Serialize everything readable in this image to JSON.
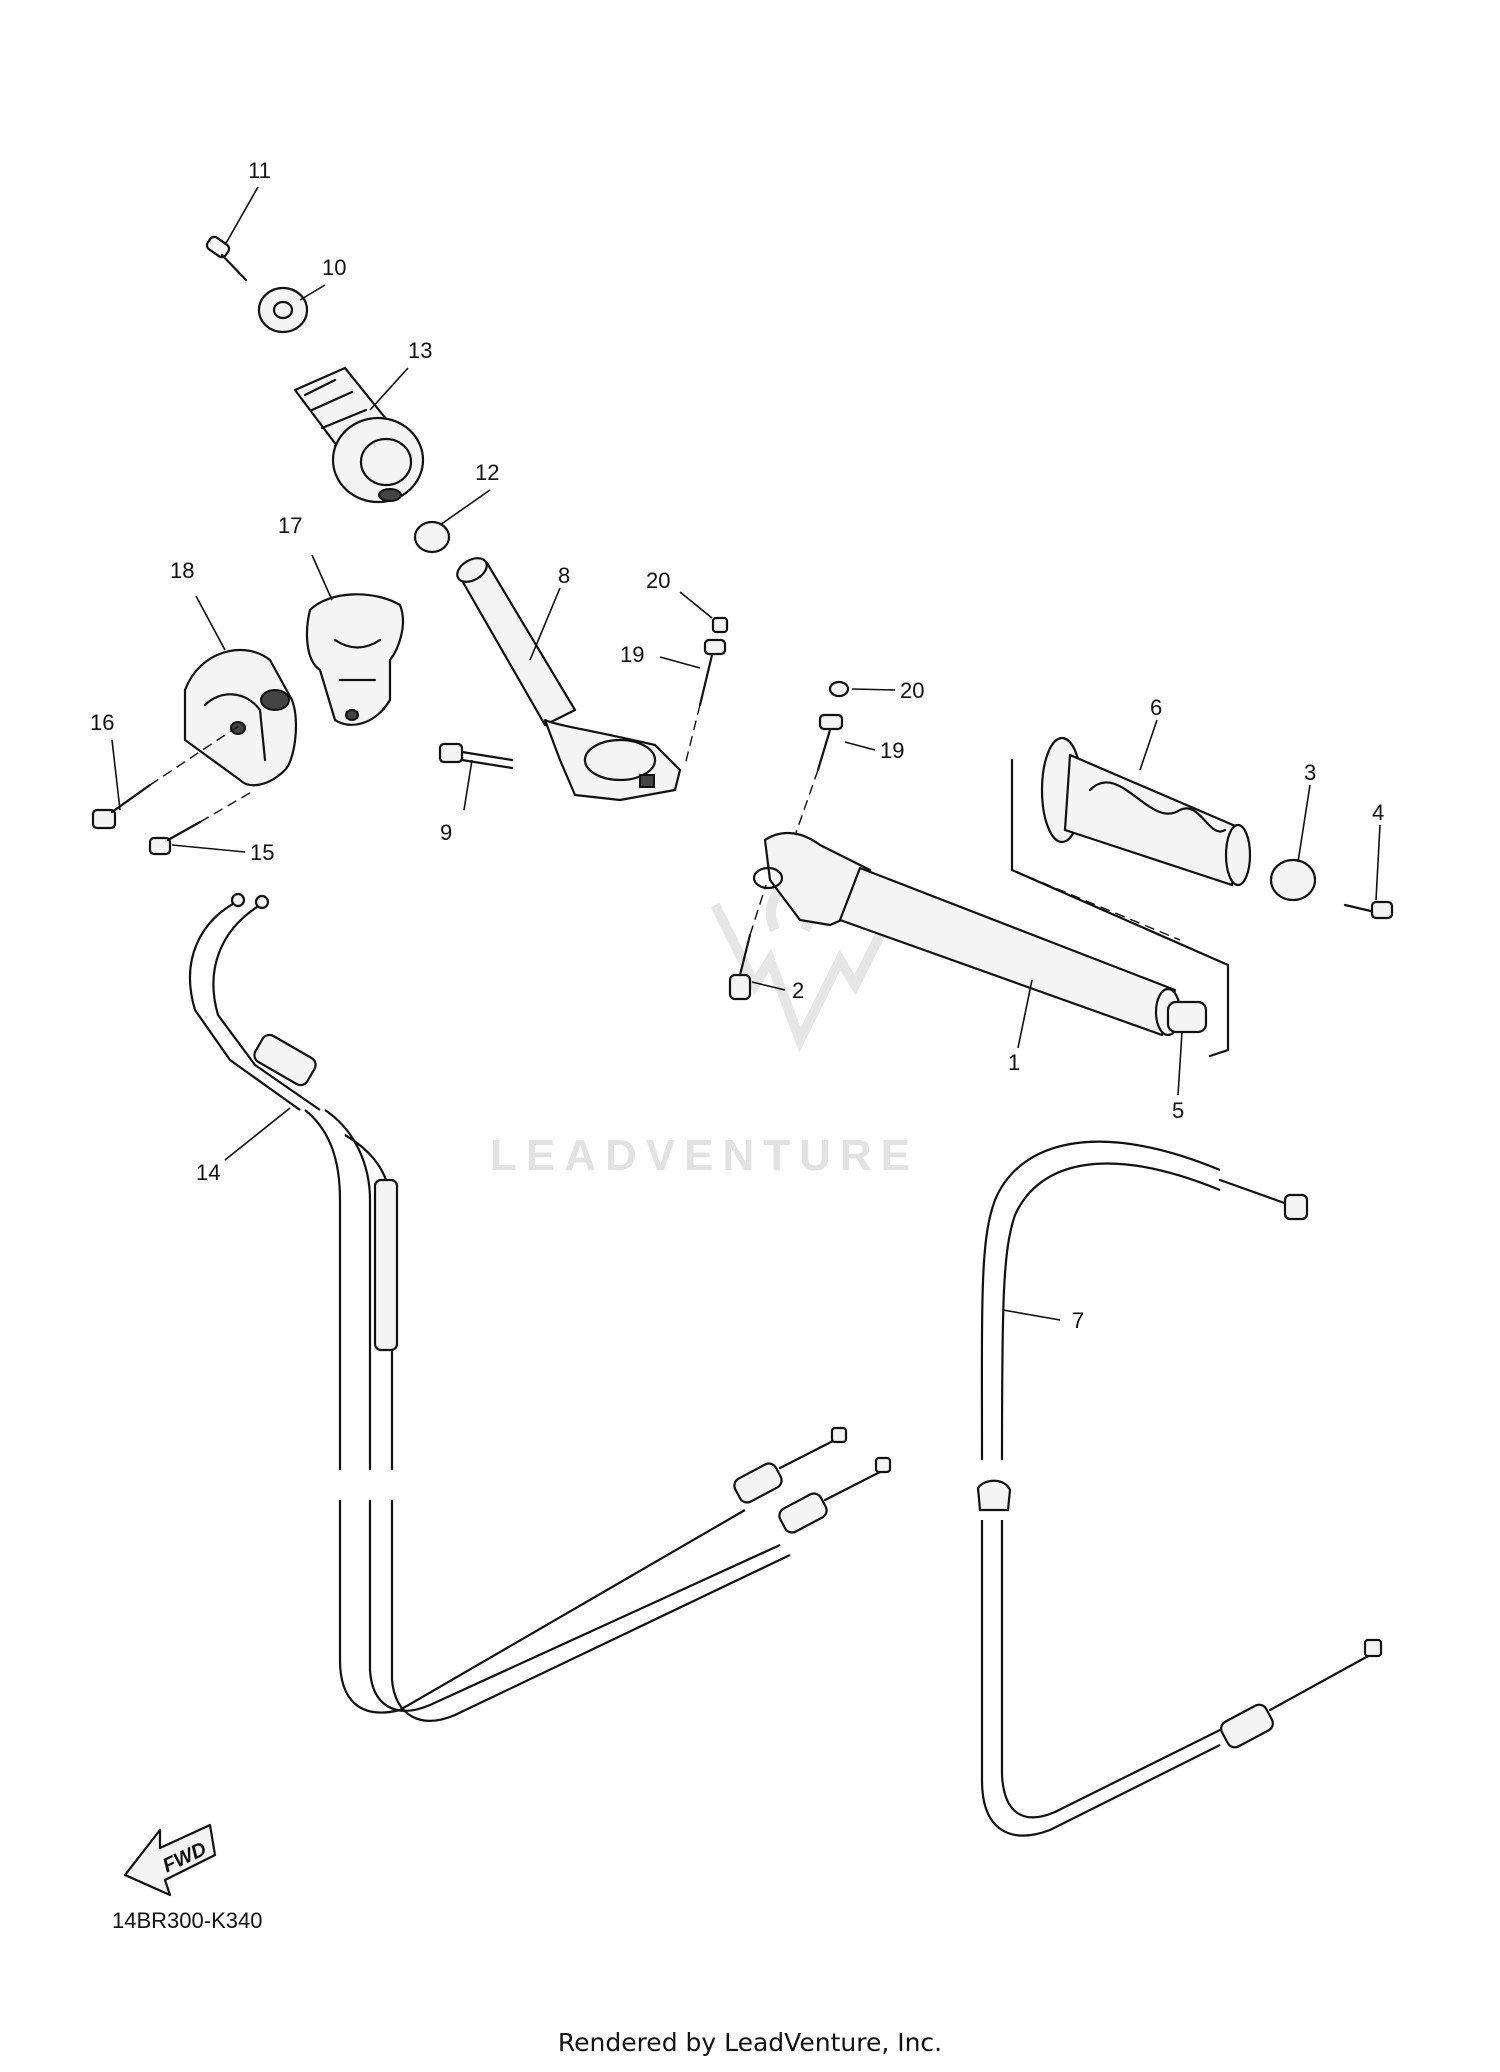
{
  "diagram": {
    "diagram_code": "14BR300-K340",
    "fwd_label": "FWD",
    "watermark_text": "LEADVENTURE",
    "render_credit": "Rendered by LeadVenture, Inc.",
    "callouts": {
      "c1": "1",
      "c2": "2",
      "c3": "3",
      "c4": "4",
      "c5": "5",
      "c6": "6",
      "c7": "7",
      "c8": "8",
      "c9": "9",
      "c10": "10",
      "c11": "11",
      "c12": "12",
      "c13": "13",
      "c14": "14",
      "c15": "15",
      "c16": "16",
      "c17": "17",
      "c18": "18",
      "c19a": "19",
      "c19b": "19",
      "c20a": "20",
      "c20b": "20"
    }
  }
}
